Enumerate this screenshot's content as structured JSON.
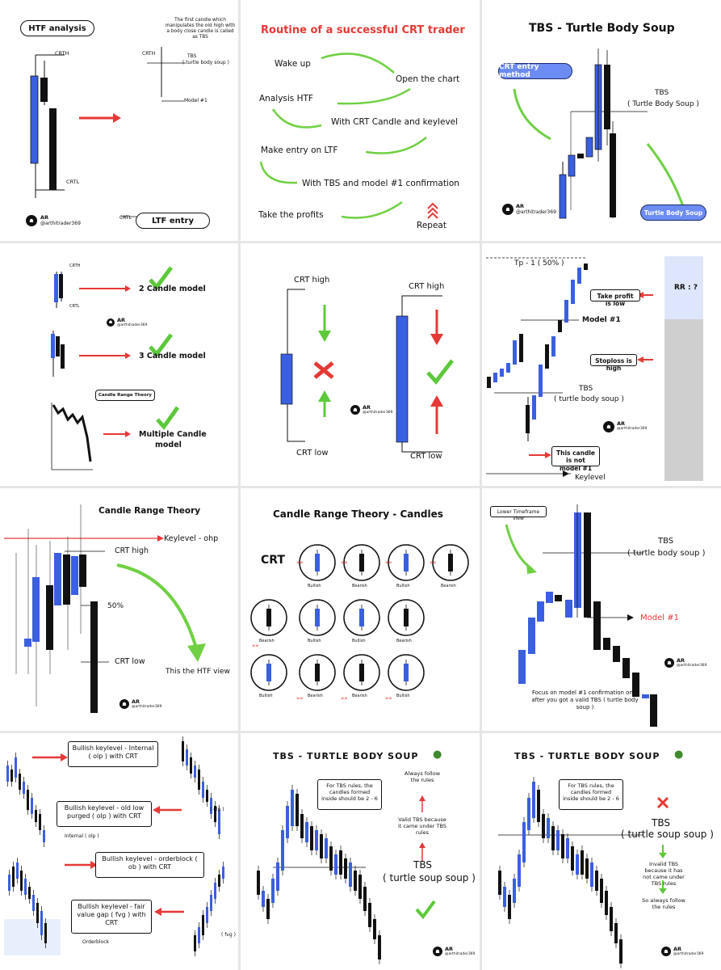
{
  "p1": {
    "title": "HTF analysis",
    "crth": "CRTH",
    "crtl": "CRTL",
    "tbs_note": "The first candle which manipulates the old high with a body close candle is called as TBS",
    "tbs": "TBS",
    "tbs_sub": "( turtle body soup )",
    "model": "Model #1",
    "crth2": "CRTH",
    "crtl2": "CRTL",
    "ltf": "LTF entry",
    "ar": "AR",
    "handle": "@arthitrader369"
  },
  "p2": {
    "title": "Routine of a successful CRT trader",
    "steps": [
      "Wake up",
      "Open the chart",
      "Analysis HTF",
      "With CRT Candle and keylevel",
      "Make entry on LTF",
      "With TBS and model #1 confirmation",
      "Take the profits"
    ],
    "repeat": "Repeat"
  },
  "p3": {
    "title": "TBS - Turtle Body Soup",
    "entry": "CRT entry method",
    "tbs": "TBS",
    "tbs_sub": "( Turtle Body Soup )",
    "tbs_pill": "Turtle Body Soup",
    "ar": "AR",
    "handle": "@arthitrader369"
  },
  "p4": {
    "m2": "2 Candle model",
    "m3": "3 Candle model",
    "mm1": "Multiple Candle",
    "mm2": "model",
    "crth": "CRTH",
    "crtl": "CRTL",
    "crt_theory": "Candle Range Theory",
    "ar": "AR",
    "handle": "@arthitrader369"
  },
  "p5": {
    "crt_high": "CRT high",
    "crt_low": "CRT low",
    "ar": "AR",
    "handle": "@arthitrader369"
  },
  "p6": {
    "tp": "Tp - 1 ( 50% )",
    "take_profit": "Take profit is low",
    "model": "Model #1",
    "stoploss": "Stoploss is high",
    "tbs": "TBS",
    "tbs_sub": "( turtle body soup )",
    "not_model": "This candle is not model #1",
    "keylevel": "Keylevel",
    "rr": "RR : ?",
    "ar": "AR",
    "handle": "@arthitrader369"
  },
  "p7": {
    "title": "Candle Range Theory",
    "keylevel": "Keylevel - ohp",
    "crt_high": "CRT high",
    "fifty": "50%",
    "crt_low": "CRT low",
    "htf_view": "This the HTF view",
    "ar": "AR",
    "handle": "@arthitrader369"
  },
  "p8": {
    "title": "Candle Range Theory - Candles",
    "crt": "CRT",
    "row1": [
      "Bullish",
      "Bearish",
      "Bullish",
      "Bearish"
    ],
    "row2": [
      "Bearish",
      "Bullish",
      "Bullish",
      "Bearish"
    ],
    "row3": [
      "Bullish",
      "Bearish",
      "Bearish",
      "Bullish"
    ]
  },
  "p9": {
    "ltf_view": "Lower Timeframe view",
    "tbs": "TBS",
    "tbs_sub": "( turtle body soup )",
    "model": "Model #1",
    "focus": "Focus on model #1 confirmation only after you got a valid TBS ( turtle body soup )",
    "ar": "AR",
    "handle": "@arthitrader369"
  },
  "p10": {
    "l1": "Bullish keylevel - Internal ( olp ) with CRT",
    "l2": "Bullish keylevel - old low purged ( olp ) with CRT",
    "internal": "Internal ( olp )",
    "olp": "( olp )",
    "l3": "Bullish keylevel - orderblock ( ob ) with CRT",
    "l4": "Bullish keylevel - fair value gap ( fvg ) with CRT",
    "fvg": "( fvg )",
    "orderblock": "Orderblock"
  },
  "p11": {
    "title": "TBS - TURTLE BODY SOUP",
    "rules": "For TBS rules, the candles formed inside should be 2 - 6",
    "always": "Always follow the rules",
    "valid": "Valid TBS because it came under TBS rules",
    "tbs": "TBS",
    "tbs_sub": "( turtle soup soup )",
    "ar": "AR",
    "handle": "@arthitrader369"
  },
  "p12": {
    "title": "TBS - TURTLE BODY SOUP",
    "rules": "For TBS rules, the candles formed inside should be 2 - 6",
    "tbs": "TBS",
    "tbs_sub": "( turtle soup soup )",
    "invalid": "Invalid TBS because it has not came under TBS rules",
    "follow": "So always follow the rules",
    "ar": "AR",
    "handle": "@arthitrader369"
  },
  "colors": {
    "blue": "#3a5fe0",
    "red": "#e53935",
    "green": "#5cc93a",
    "black": "#111111"
  }
}
